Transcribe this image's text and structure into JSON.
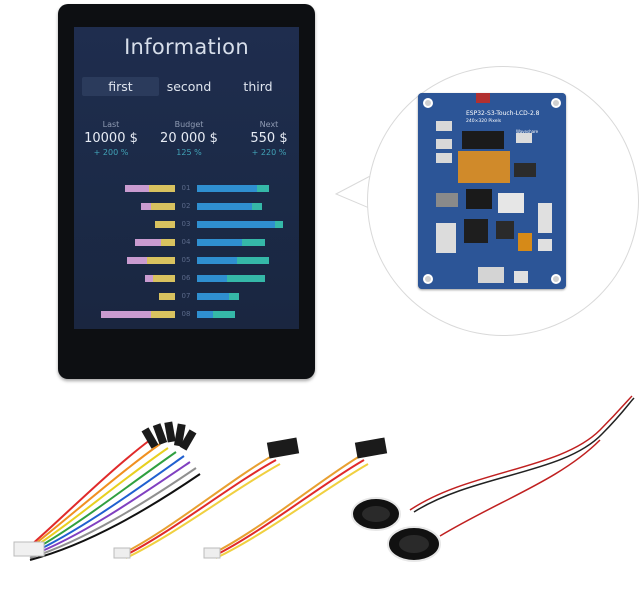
{
  "screen": {
    "title": "Information",
    "tabs": [
      {
        "label": "first",
        "active": true
      },
      {
        "label": "second",
        "active": false
      },
      {
        "label": "third",
        "active": false
      }
    ],
    "stats": [
      {
        "label": "Last",
        "value": "10000 $",
        "change": "+ 200 %"
      },
      {
        "label": "Budget",
        "value": "20 000 $",
        "change": "125 %"
      },
      {
        "label": "Next",
        "value": "550 $",
        "change": "+ 220 %"
      }
    ],
    "rows": [
      {
        "num": "01",
        "left_pink": 0.24,
        "left_yellow": 0.26,
        "right_blue": 0.6,
        "right_teal": 0.12
      },
      {
        "num": "02",
        "left_pink": 0.1,
        "left_yellow": 0.24,
        "right_blue": 0.55,
        "right_teal": 0.1
      },
      {
        "num": "03",
        "left_pink": 0.0,
        "left_yellow": 0.2,
        "right_blue": 0.78,
        "right_teal": 0.08
      },
      {
        "num": "04",
        "left_pink": 0.26,
        "left_yellow": 0.14,
        "right_blue": 0.45,
        "right_teal": 0.23
      },
      {
        "num": "05",
        "left_pink": 0.2,
        "left_yellow": 0.28,
        "right_blue": 0.4,
        "right_teal": 0.32
      },
      {
        "num": "06",
        "left_pink": 0.08,
        "left_yellow": 0.22,
        "right_blue": 0.3,
        "right_teal": 0.38
      },
      {
        "num": "07",
        "left_pink": 0.0,
        "left_yellow": 0.16,
        "right_blue": 0.32,
        "right_teal": 0.1
      },
      {
        "num": "08",
        "left_pink": 0.5,
        "left_yellow": 0.24,
        "right_blue": 0.16,
        "right_teal": 0.22
      }
    ]
  },
  "board": {
    "silkscreen_title": "ESP32-S3-Touch-LCD-2.8",
    "silkscreen_sub": "240×320 Pixels",
    "brand": "Waveshare"
  },
  "colors": {
    "screen_bg": "#1f2d4e",
    "pink": "#c99bd0",
    "yellow": "#d8c25f",
    "blue": "#2f8fd0",
    "teal": "#35b8a8",
    "board_blue": "#2c5597"
  }
}
